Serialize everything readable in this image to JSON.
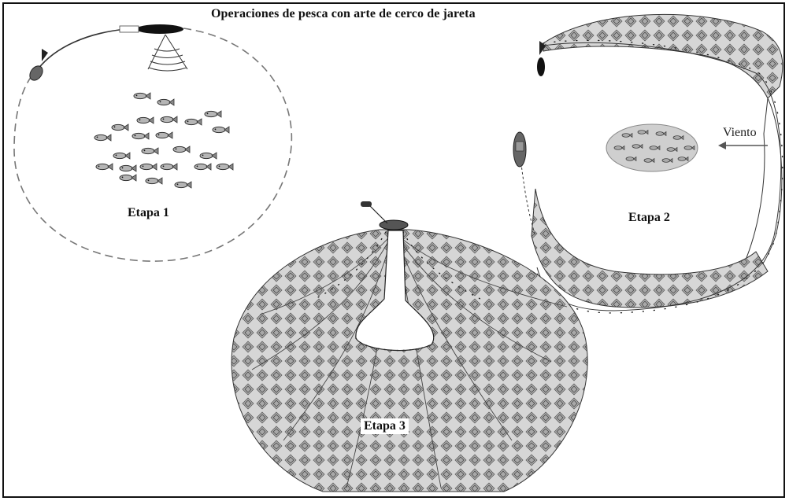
{
  "title": "Operaciones de pesca con arte de cerco de jareta",
  "stages": {
    "stage1": "Etapa 1",
    "stage2": "Etapa 2",
    "stage3": "Etapa 3"
  },
  "wind_label": "Viento",
  "colors": {
    "ink": "#1a1a1a",
    "net_fill": "#d9d9d9",
    "net_dark": "#6f6f6f",
    "water": "#ffffff"
  }
}
